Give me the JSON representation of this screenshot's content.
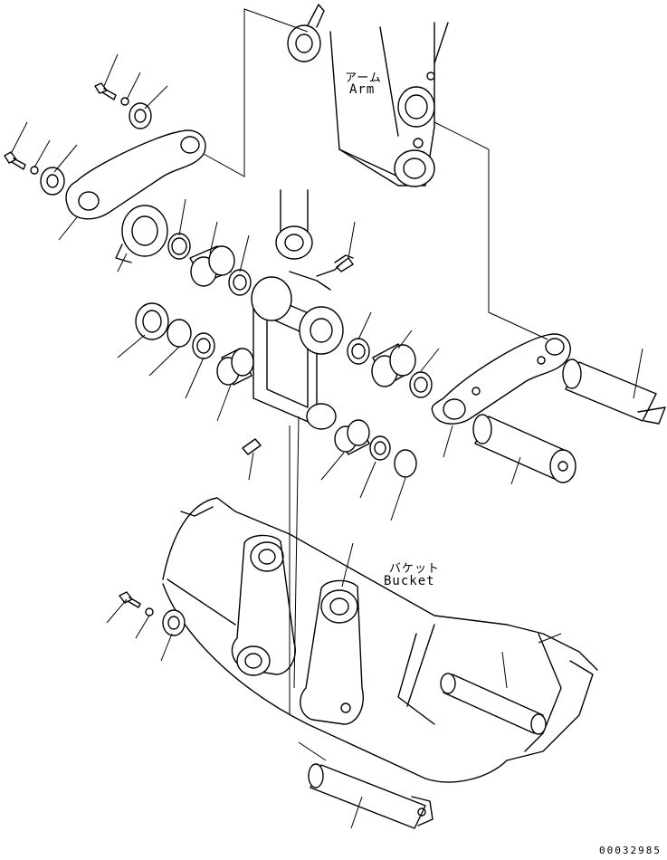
{
  "labels": {
    "arm_jp": "アーム",
    "arm_en": "Arm",
    "bucket_jp": "バケット",
    "bucket_en": "Bucket"
  },
  "drawing_number": "00032985",
  "colors": {
    "ink": "#000000",
    "paper": "#ffffff"
  }
}
